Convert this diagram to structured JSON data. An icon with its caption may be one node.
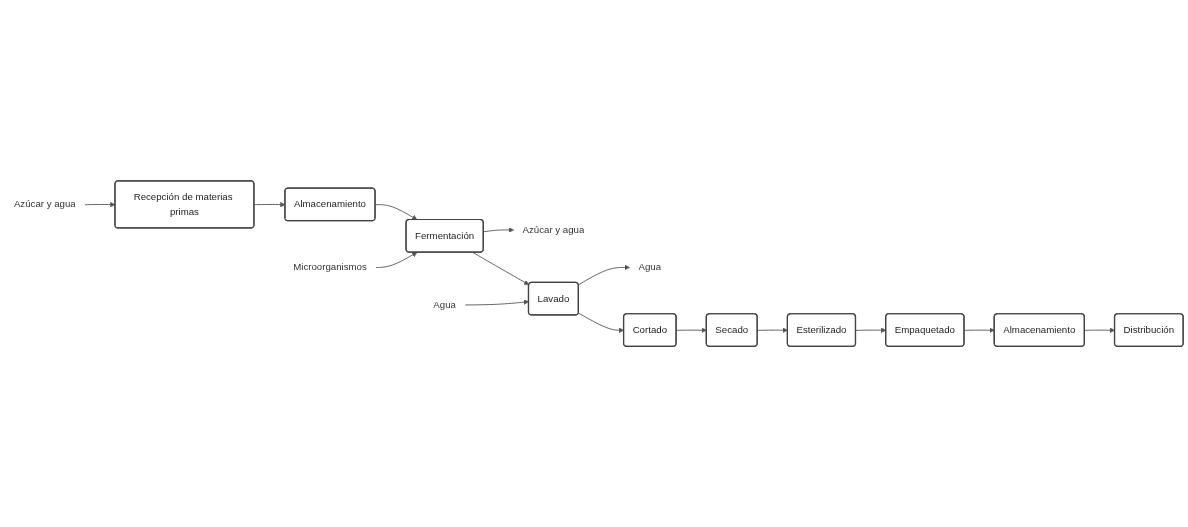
{
  "diagram": {
    "nodes": [
      {
        "text": [
          "Azúcar y agua"
        ]
      },
      {
        "text": [
          "Recepción de materias primas"
        ]
      },
      {
        "text": [
          "Almacenamiento"
        ]
      },
      {
        "text": [
          "Microorganismos"
        ]
      },
      {
        "text": [
          "Fermentación"
        ]
      },
      {
        "text": [
          "Azúcar y agua"
        ]
      },
      {
        "text": [
          "Agua"
        ]
      },
      {
        "text": [
          "Lavado"
        ]
      },
      {
        "text": [
          "Agua"
        ]
      },
      {
        "text": [
          "Cortado"
        ]
      },
      {
        "text": [
          "Secado"
        ]
      },
      {
        "text": [
          "Esterilizado"
        ]
      },
      {
        "text": [
          "Empaquetado"
        ]
      },
      {
        "text": [
          "Almacenamiento"
        ]
      },
      {
        "text": [
          "Distribución"
        ]
      }
    ],
    "edges": [
      {
        "from": 0,
        "to": 1,
        "arrow": "to"
      },
      {
        "from": 1,
        "to": 2,
        "arrow": "to"
      },
      {
        "from": 2,
        "to": 4,
        "arrow": "to"
      },
      {
        "from": 3,
        "to": 4,
        "arrow": "to"
      },
      {
        "from": 4,
        "to": 7,
        "arrow": "to"
      },
      {
        "from": 4,
        "to": 5,
        "arrow": "to"
      },
      {
        "from": 6,
        "to": 7,
        "arrow": "to"
      },
      {
        "from": 7,
        "to": 9,
        "arrow": "to"
      },
      {
        "from": 7,
        "to": 8,
        "arrow": "to"
      },
      {
        "from": 9,
        "to": 10,
        "arrow": "to"
      },
      {
        "from": 10,
        "to": 11,
        "arrow": "to"
      },
      {
        "from": 11,
        "to": 12,
        "arrow": "to"
      },
      {
        "from": 12,
        "to": 13,
        "arrow": "to"
      },
      {
        "from": 13,
        "to": 14,
        "arrow": "to"
      }
    ]
  }
}
